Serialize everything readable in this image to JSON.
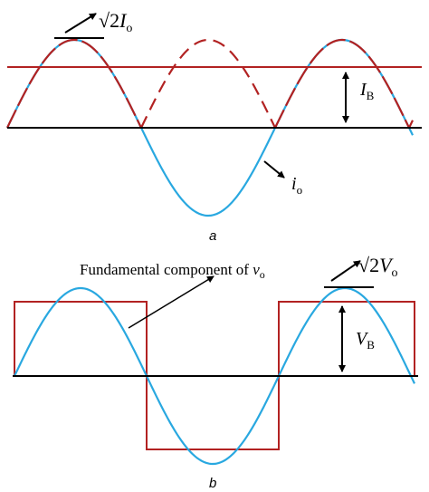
{
  "panel_a": {
    "caption": "a",
    "peak_label": {
      "prefix": "√2",
      "main": "I",
      "sub": "o"
    },
    "ib_label": {
      "main": "I",
      "sub": "B"
    },
    "io_label": {
      "main": "i",
      "sub": "o"
    }
  },
  "panel_b": {
    "caption": "b",
    "fundamental_label": {
      "text": "Fundamental component of ",
      "var": "v",
      "sub": "o"
    },
    "peak_label": {
      "prefix": "√2",
      "main": "V",
      "sub": "o"
    },
    "vb_label": {
      "main": "V",
      "sub": "B"
    }
  },
  "colors": {
    "sine": "#29a8e0",
    "rectified": "#b22222",
    "level": "#b22222",
    "square": "#b22222",
    "axis": "#000000"
  }
}
